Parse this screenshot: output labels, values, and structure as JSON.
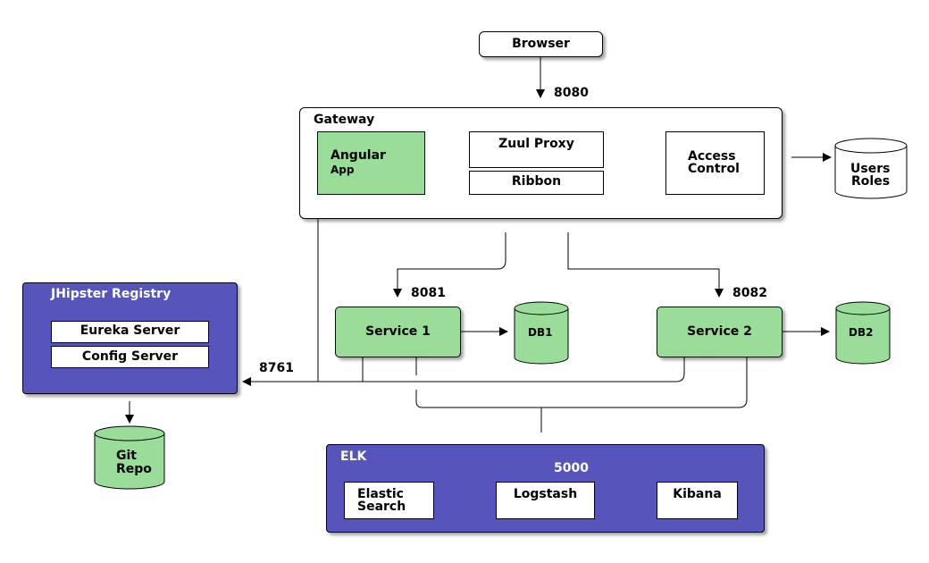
{
  "browser": {
    "label": "Browser",
    "port": "8080"
  },
  "gateway": {
    "title": "Gateway",
    "angular_line1": "Angular",
    "angular_line2": "App",
    "zuul": "Zuul Proxy",
    "ribbon": "Ribbon",
    "access_line1": "Access",
    "access_line2": "Control"
  },
  "users_db": {
    "line1": "Users",
    "line2": "Roles"
  },
  "registry": {
    "title": "JHipster Registry",
    "eureka": "Eureka Server",
    "config": "Config Server",
    "port": "8761"
  },
  "git_db": {
    "line1": "Git",
    "line2": "Repo"
  },
  "service1": {
    "label": "Service 1",
    "port": "8081",
    "db": "DB1"
  },
  "service2": {
    "label": "Service 2",
    "port": "8082",
    "db": "DB2"
  },
  "elk": {
    "title": "ELK",
    "port": "5000",
    "elastic_line1": "Elastic",
    "elastic_line2": "Search",
    "logstash": "Logstash",
    "kibana": "Kibana"
  },
  "colors": {
    "green_fill": "#99dd99",
    "purple_fill": "#5555bb",
    "outline": "#000000"
  }
}
